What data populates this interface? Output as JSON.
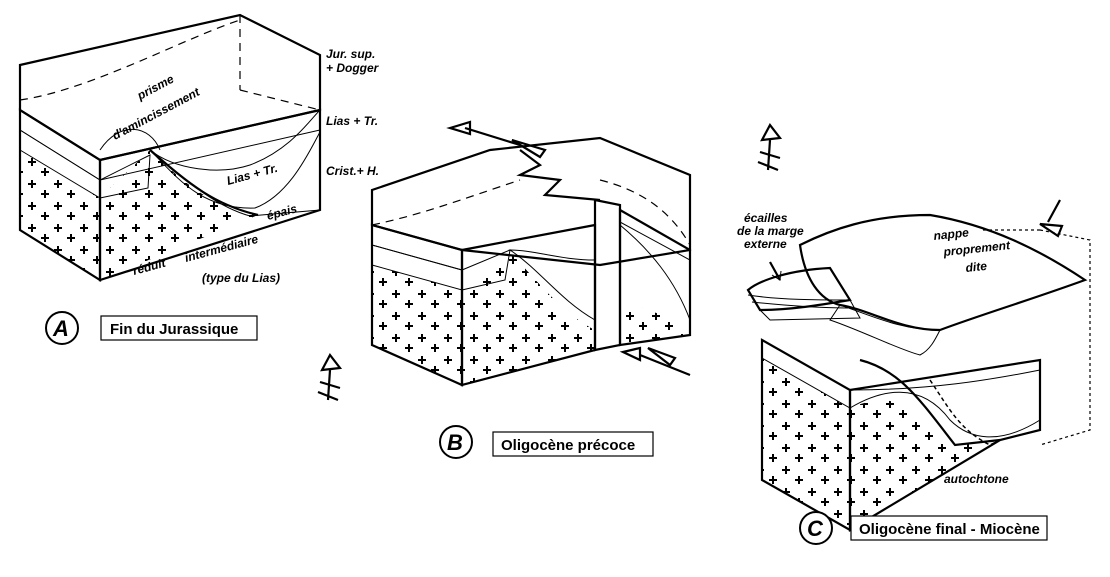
{
  "blockA": {
    "letter": "A",
    "caption": "Fin du Jurassique",
    "labels": {
      "jur_sup": "Jur. sup.",
      "dogger": "+ Dogger",
      "lias_tr_right": "Lias + Tr.",
      "crist_h": "Crist.+ H.",
      "prisme": "prisme",
      "amincissement": "d'amincissement",
      "lias_tr_inner": "Lias + Tr.",
      "reduit": "réduit",
      "intermediaire": "intermédiaire",
      "epais": "épais",
      "type_lias": "(type du Lias)"
    }
  },
  "blockB": {
    "letter": "B",
    "caption": "Oligocène précoce"
  },
  "blockC": {
    "letter": "C",
    "caption": "Oligocène final - Miocène",
    "labels": {
      "ecailles1": "écailles",
      "ecailles2": "de la marge",
      "ecailles3": "externe",
      "nappe1": "nappe",
      "nappe2": "proprement",
      "nappe3": "dite",
      "autochtone": "autochtone"
    }
  },
  "colors": {
    "cover": "#c8c8c8",
    "line": "#000000",
    "background": "#ffffff"
  }
}
